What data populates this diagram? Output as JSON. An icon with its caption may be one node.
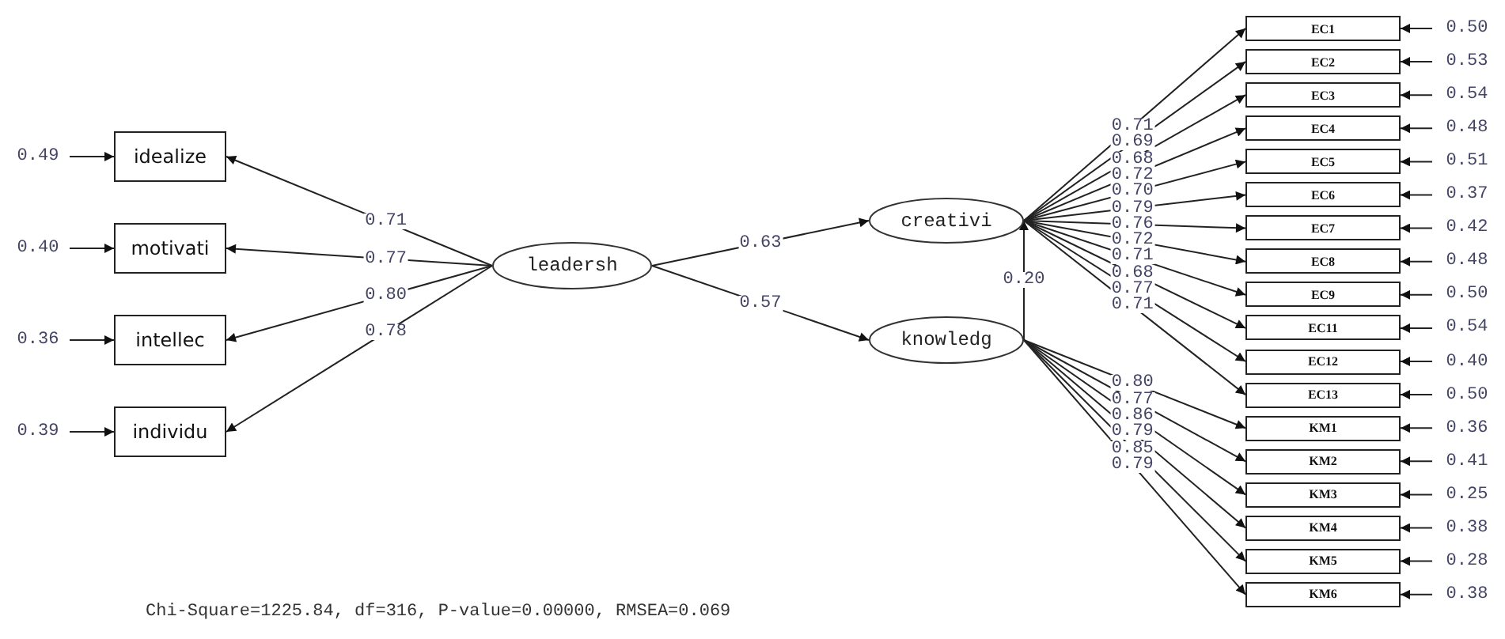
{
  "diagram": {
    "nodes": [
      {
        "text": [
          "0.49"
        ]
      },
      {
        "text": [
          "idealize"
        ]
      },
      {
        "text": [
          "0.40"
        ]
      },
      {
        "text": [
          "motivati"
        ]
      },
      {
        "text": [
          "0.36"
        ]
      },
      {
        "text": [
          "intellec"
        ]
      },
      {
        "text": [
          "0.39"
        ]
      },
      {
        "text": [
          "individu"
        ]
      },
      {
        "text": [
          "leadersh"
        ]
      },
      {
        "text": [
          "creativi"
        ]
      },
      {
        "text": [
          "knowledg"
        ]
      },
      {
        "text": [
          "EC1"
        ]
      },
      {
        "text": [
          "0.50"
        ]
      },
      {
        "text": [
          "EC2"
        ]
      },
      {
        "text": [
          "0.53"
        ]
      },
      {
        "text": [
          "EC3"
        ]
      },
      {
        "text": [
          "0.54"
        ]
      },
      {
        "text": [
          "EC4"
        ]
      },
      {
        "text": [
          "0.48"
        ]
      },
      {
        "text": [
          "EC5"
        ]
      },
      {
        "text": [
          "0.51"
        ]
      },
      {
        "text": [
          "EC6"
        ]
      },
      {
        "text": [
          "0.37"
        ]
      },
      {
        "text": [
          "EC7"
        ]
      },
      {
        "text": [
          "0.42"
        ]
      },
      {
        "text": [
          "EC8"
        ]
      },
      {
        "text": [
          "0.48"
        ]
      },
      {
        "text": [
          "EC9"
        ]
      },
      {
        "text": [
          "0.50"
        ]
      },
      {
        "text": [
          "EC11"
        ]
      },
      {
        "text": [
          "0.54"
        ]
      },
      {
        "text": [
          "EC12"
        ]
      },
      {
        "text": [
          "0.40"
        ]
      },
      {
        "text": [
          "EC13"
        ]
      },
      {
        "text": [
          "0.50"
        ]
      },
      {
        "text": [
          "KM1"
        ]
      },
      {
        "text": [
          "0.36"
        ]
      },
      {
        "text": [
          "KM2"
        ]
      },
      {
        "text": [
          "0.41"
        ]
      },
      {
        "text": [
          "KM3"
        ]
      },
      {
        "text": [
          "0.25"
        ]
      },
      {
        "text": [
          "KM4"
        ]
      },
      {
        "text": [
          "0.38"
        ]
      },
      {
        "text": [
          "KM5"
        ]
      },
      {
        "text": [
          "0.28"
        ]
      },
      {
        "text": [
          "KM6"
        ]
      },
      {
        "text": [
          "0.38"
        ]
      }
    ],
    "edges": [
      {
        "from": 0,
        "to": 1,
        "arrow": "to"
      },
      {
        "from": 2,
        "to": 3,
        "arrow": "to"
      },
      {
        "from": 4,
        "to": 5,
        "arrow": "to"
      },
      {
        "from": 6,
        "to": 7,
        "arrow": "to"
      },
      {
        "from": 8,
        "to": 1,
        "arrow": "to",
        "label": "0.71"
      },
      {
        "from": 8,
        "to": 3,
        "arrow": "to",
        "label": "0.77"
      },
      {
        "from": 8,
        "to": 5,
        "arrow": "to",
        "label": "0.80"
      },
      {
        "from": 8,
        "to": 7,
        "arrow": "to",
        "label": "0.78"
      },
      {
        "from": 8,
        "to": 9,
        "arrow": "to",
        "label": "0.63"
      },
      {
        "from": 8,
        "to": 10,
        "arrow": "to",
        "label": "0.57"
      },
      {
        "from": 10,
        "to": 9,
        "arrow": "to",
        "label": "0.20"
      },
      {
        "from": 9,
        "to": 11,
        "arrow": "to",
        "label": "0.71"
      },
      {
        "from": 9,
        "to": 13,
        "arrow": "to",
        "label": "0.69"
      },
      {
        "from": 9,
        "to": 15,
        "arrow": "to",
        "label": "0.68"
      },
      {
        "from": 9,
        "to": 17,
        "arrow": "to",
        "label": "0.72"
      },
      {
        "from": 9,
        "to": 19,
        "arrow": "to",
        "label": "0.70"
      },
      {
        "from": 9,
        "to": 21,
        "arrow": "to",
        "label": "0.79"
      },
      {
        "from": 9,
        "to": 23,
        "arrow": "to",
        "label": "0.76"
      },
      {
        "from": 9,
        "to": 25,
        "arrow": "to",
        "label": "0.72"
      },
      {
        "from": 9,
        "to": 27,
        "arrow": "to",
        "label": "0.71"
      },
      {
        "from": 9,
        "to": 29,
        "arrow": "to",
        "label": "0.68"
      },
      {
        "from": 9,
        "to": 31,
        "arrow": "to",
        "label": "0.77"
      },
      {
        "from": 9,
        "to": 33,
        "arrow": "to",
        "label": "0.71"
      },
      {
        "from": 10,
        "to": 35,
        "arrow": "to",
        "label": "0.80"
      },
      {
        "from": 10,
        "to": 37,
        "arrow": "to",
        "label": "0.77"
      },
      {
        "from": 10,
        "to": 39,
        "arrow": "to",
        "label": "0.86"
      },
      {
        "from": 10,
        "to": 41,
        "arrow": "to",
        "label": "0.79"
      },
      {
        "from": 10,
        "to": 43,
        "arrow": "to",
        "label": "0.85"
      },
      {
        "from": 10,
        "to": 45,
        "arrow": "to",
        "label": "0.79"
      },
      {
        "from": 12,
        "to": 11,
        "arrow": "to"
      },
      {
        "from": 14,
        "to": 13,
        "arrow": "to"
      },
      {
        "from": 16,
        "to": 15,
        "arrow": "to"
      },
      {
        "from": 18,
        "to": 17,
        "arrow": "to"
      },
      {
        "from": 20,
        "to": 19,
        "arrow": "to"
      },
      {
        "from": 22,
        "to": 21,
        "arrow": "to"
      },
      {
        "from": 24,
        "to": 23,
        "arrow": "to"
      },
      {
        "from": 26,
        "to": 25,
        "arrow": "to"
      },
      {
        "from": 28,
        "to": 27,
        "arrow": "to"
      },
      {
        "from": 30,
        "to": 29,
        "arrow": "to"
      },
      {
        "from": 32,
        "to": 31,
        "arrow": "to"
      },
      {
        "from": 34,
        "to": 33,
        "arrow": "to"
      },
      {
        "from": 36,
        "to": 35,
        "arrow": "to"
      },
      {
        "from": 38,
        "to": 37,
        "arrow": "to"
      },
      {
        "from": 40,
        "to": 39,
        "arrow": "to"
      },
      {
        "from": 42,
        "to": 41,
        "arrow": "to"
      },
      {
        "from": 44,
        "to": 43,
        "arrow": "to"
      },
      {
        "from": 46,
        "to": 45,
        "arrow": "to"
      }
    ],
    "labels": [
      "Chi-Square=1225.84, df=316, P-value=0.00000, RMSEA=0.069"
    ]
  }
}
